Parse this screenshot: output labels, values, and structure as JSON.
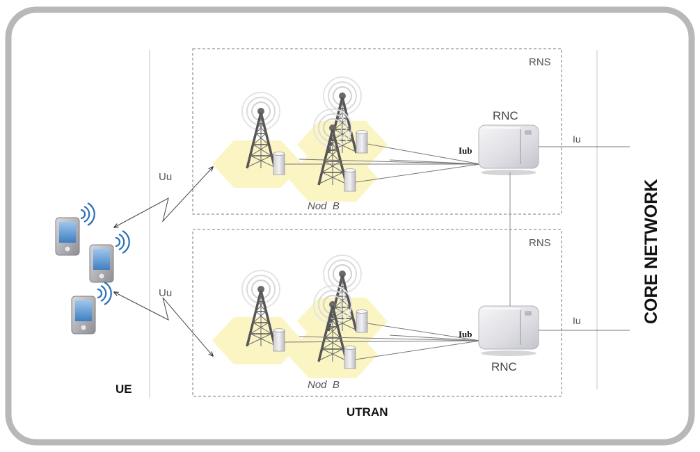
{
  "labels": {
    "ue": "UE",
    "utran": "UTRAN",
    "core_network": "CORE NETWORK",
    "rns_top": "RNS",
    "rns_bottom": "RNS",
    "rnc_top": "RNC",
    "rnc_bottom": "RNC",
    "uu_top": "Uu",
    "uu_bottom": "Uu",
    "iub_top": "Iub",
    "iub_bottom": "Iub",
    "iu_top": "Iu",
    "iu_bottom": "Iu",
    "nodeb_top": "Nod  B",
    "nodeb_bottom": "Nod  B"
  },
  "colors": {
    "frame_border": "#b8b8b8",
    "hex_fill": "#fbf5c4",
    "tower": "#5a5a5a",
    "rnc_body": "#e4e4e8",
    "phone_screen": "#6fa8dc",
    "signal_wave": "#2a6fb5"
  },
  "icons": [
    "mobile-phone-icon",
    "cell-tower-icon",
    "rnc-server-icon",
    "signal-wave-icon"
  ]
}
